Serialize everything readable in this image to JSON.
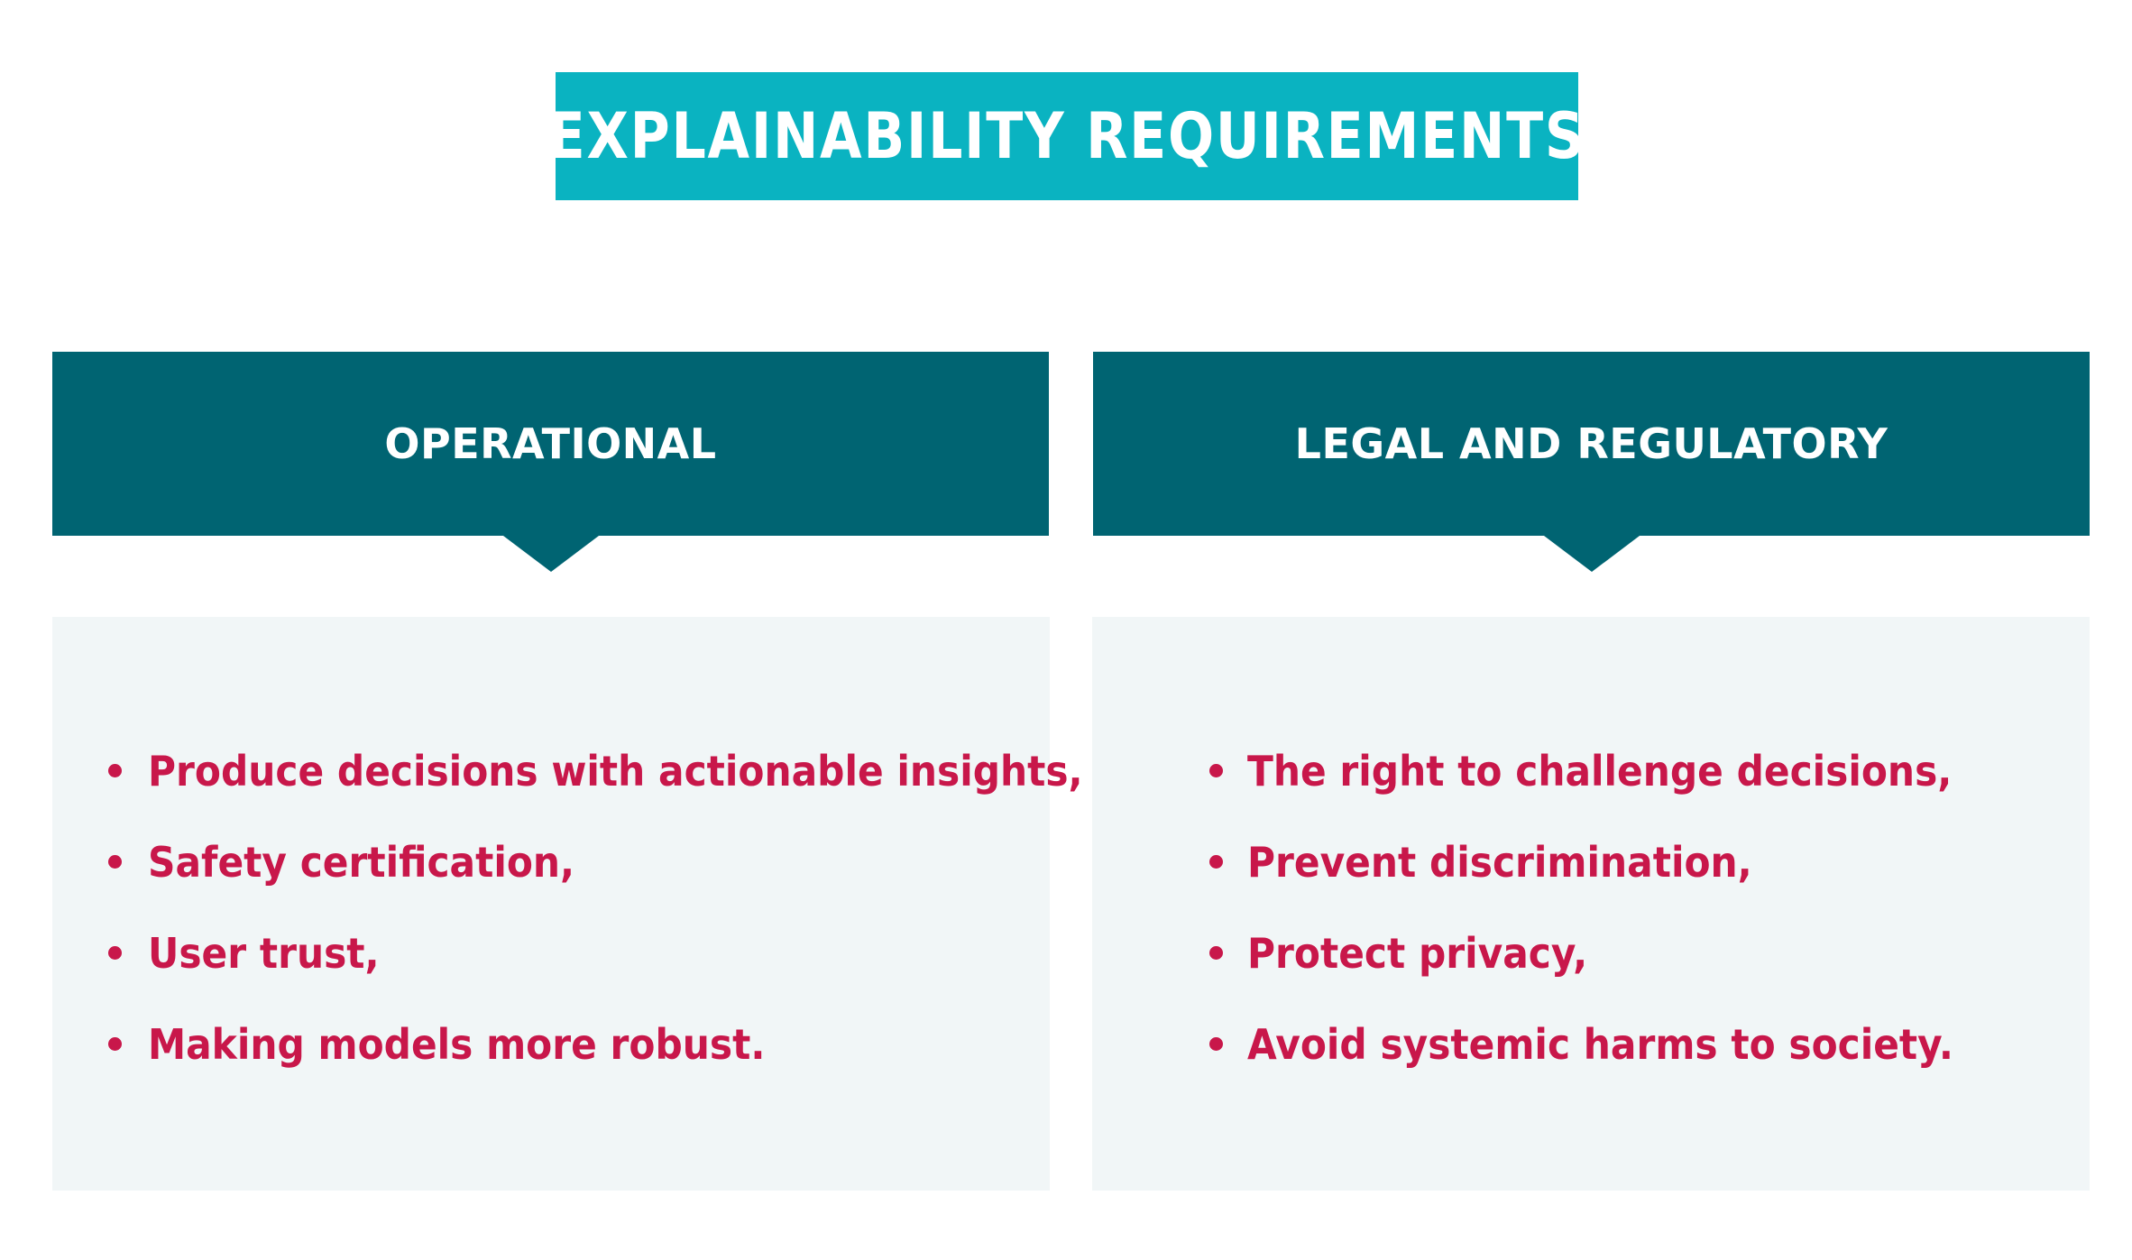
{
  "title": "EXPLAINABILITY REQUIREMENTS",
  "colors": {
    "title_bg": "#0ab3c1",
    "header_bg": "#006472",
    "panel_bg": "#f1f6f7",
    "bullet_text": "#c8174a"
  },
  "columns": [
    {
      "header": "OPERATIONAL",
      "items": [
        "Produce decisions with actionable insights,",
        "Safety certification,",
        "User trust,",
        "Making models more robust."
      ]
    },
    {
      "header": "LEGAL AND REGULATORY",
      "items": [
        "The right to challenge decisions,",
        "Prevent discrimination,",
        "Protect privacy,",
        "Avoid systemic harms to society."
      ]
    }
  ]
}
